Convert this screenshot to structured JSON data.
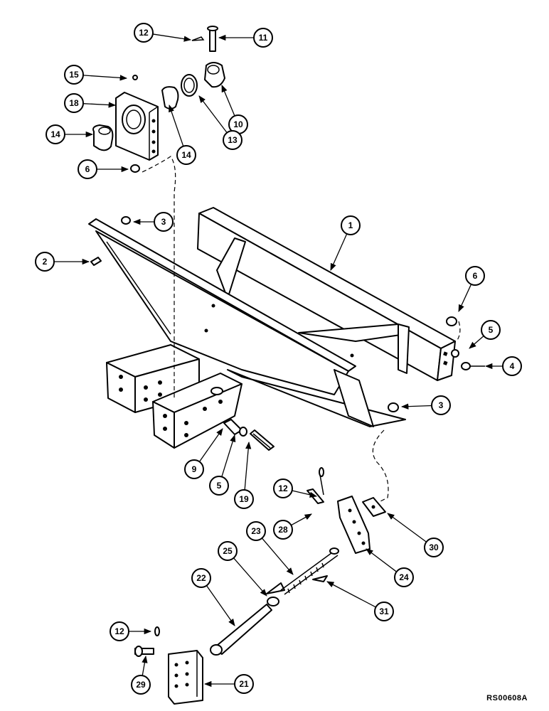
{
  "figure_ref": "RS00608A",
  "callouts": [
    "1",
    "2",
    "3",
    "3",
    "4",
    "5",
    "5",
    "6",
    "6",
    "9",
    "10",
    "11",
    "12",
    "12",
    "12",
    "13",
    "14",
    "14",
    "15",
    "18",
    "19",
    "21",
    "22",
    "23",
    "24",
    "25",
    "28",
    "29",
    "30",
    "31"
  ]
}
